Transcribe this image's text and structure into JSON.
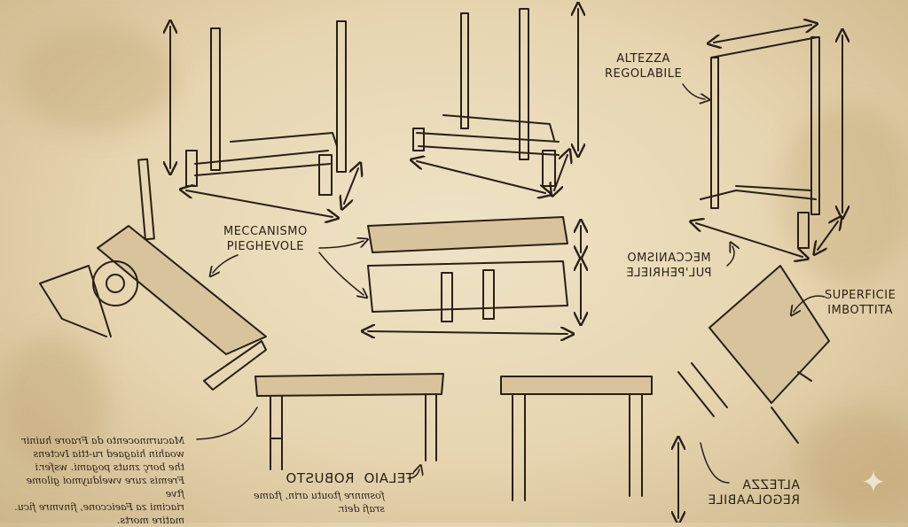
{
  "labels": {
    "folding_mechanism": [
      "MECCANISMO",
      "PIEGHEVOLE"
    ],
    "adjustable_height_top": [
      "ALTEZZA",
      "REGOLABILE"
    ],
    "pulley_mechanism_mirrored": [
      "MECCANISMO",
      "PUL'PEHRIELE"
    ],
    "padded_surface": [
      "SUPERFICIE",
      "IMBOTTITA"
    ],
    "sturdy_frame_mirrored": "TELAIO  ROBUSTO",
    "adjustable_height_bottom_mirrored": [
      "ALTEZZA",
      "REGOLAABILE"
    ]
  },
  "notes": {
    "left_mirrored": [
      "Macurnnocento da Fraore huinir",
      "woahin hiagaed ru-ttia Ivctens",
      "the borç znuts pogami. wsfer.i",
      "Fremis zure vwelduymoi gilome ftve",
      "riacimi za Faeiccone, finvmre ficu.",
      "matire morts."
    ],
    "frame_mirrored": [
      "fosmnre ftoutu arin, ftame",
      "srafi deir."
    ]
  },
  "icons": {
    "corner": "sparkle-icon"
  },
  "colors": {
    "ink": "#2a1f14",
    "paper": "#e6d5b0"
  }
}
